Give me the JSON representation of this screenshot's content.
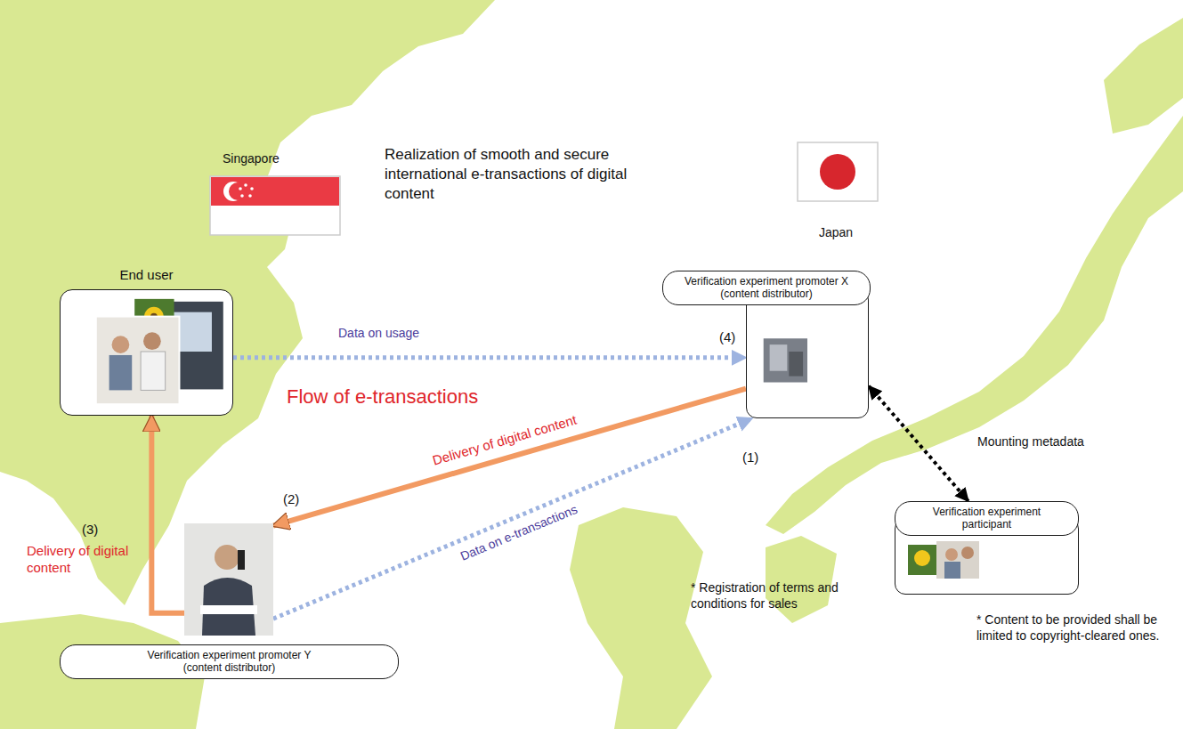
{
  "diagram": {
    "title": "Realization of smooth and secure international e-transactions of digital content",
    "nodes": [
      {
        "text": [
          "End user"
        ]
      },
      {
        "text": [
          "Verification experiment promoter X (content distributor)"
        ]
      },
      {
        "text": [
          "Verification experiment promoter Y (content distributor)"
        ]
      },
      {
        "text": [
          "Verification experiment participant"
        ]
      }
    ],
    "edges": [
      {
        "from": 0,
        "to": 1,
        "arrow": "to",
        "label": "Data on usage"
      },
      {
        "from": 1,
        "to": 2,
        "arrow": "to",
        "label": "Delivery of digital content"
      },
      {
        "from": 2,
        "to": 1,
        "arrow": "to",
        "label": "Data on e-transactions"
      },
      {
        "from": 2,
        "to": 0,
        "arrow": "to",
        "label": "Delivery of digital content"
      },
      {
        "from": 1,
        "to": 3,
        "arrow": "both",
        "label": "Mounting metadata"
      }
    ],
    "labels": [
      "Singapore",
      "Japan",
      "(4)",
      "(1)",
      "(2)",
      "(3)",
      "Flow of e-transactions",
      "* Registration of terms and conditions for sales",
      "* Content to be provided shall be limited to copyright-cleared ones."
    ]
  }
}
